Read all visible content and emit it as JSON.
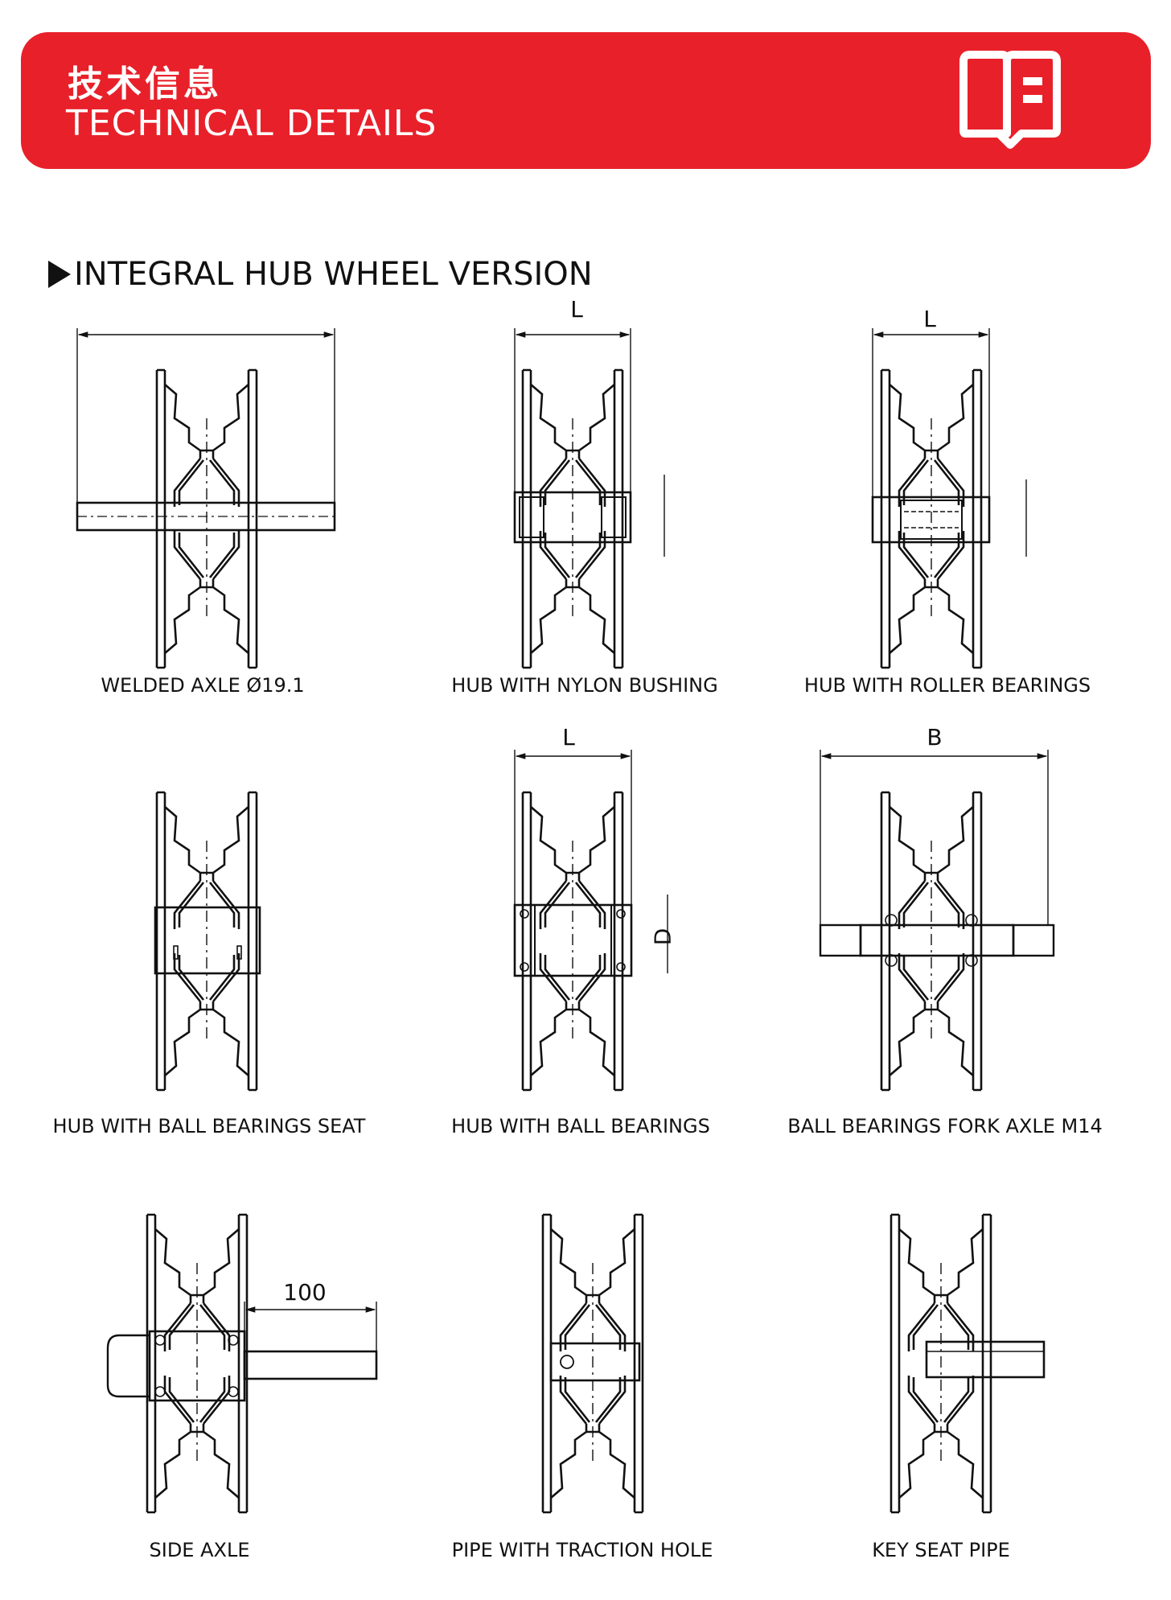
{
  "header": {
    "title_cn": "技术信息",
    "title_en": "TECHNICAL DETAILS",
    "icon": "book-icon",
    "color": "#e8202a"
  },
  "section": {
    "title": "INTEGRAL HUB WHEEL VERSION"
  },
  "items": [
    {
      "caption": "WELDED AXLE Ø19.1"
    },
    {
      "caption": "HUB WITH NYLON BUSHING",
      "dim": "L"
    },
    {
      "caption": "HUB WITH ROLLER BEARINGS",
      "dim": "L"
    },
    {
      "caption": "HUB WITH BALL BEARINGS SEAT"
    },
    {
      "caption": "HUB WITH BALL BEARINGS",
      "dim": "L",
      "dim2": "D"
    },
    {
      "caption": "BALL BEARINGS FORK AXLE M14",
      "dim": "B"
    },
    {
      "caption": "SIDE AXLE",
      "dim": "100"
    },
    {
      "caption": "PIPE WITH TRACTION HOLE"
    },
    {
      "caption": "KEY SEAT PIPE"
    }
  ]
}
